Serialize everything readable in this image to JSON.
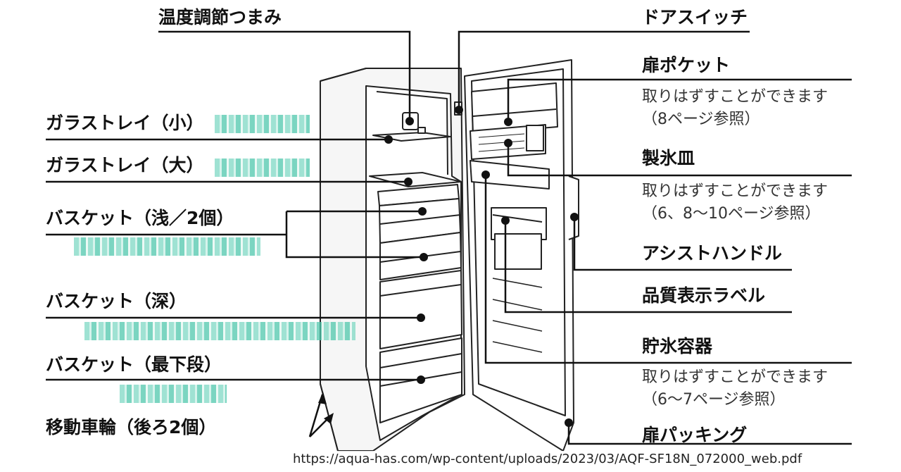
{
  "labels_left": {
    "temp_knob": "温度調節つまみ",
    "glass_tray_small": "ガラストレイ（小）",
    "glass_tray_large": "ガラストレイ（大）",
    "basket_shallow": "バスケット（浅／2個）",
    "basket_deep": "バスケット（深）",
    "basket_bottom": "バスケット（最下段）",
    "casters": "移動車輪（後ろ2個）"
  },
  "labels_right": {
    "door_switch": "ドアスイッチ",
    "door_pocket": "扉ポケット",
    "door_pocket_note1": "取りはずすことができます",
    "door_pocket_note2": "（8ページ参照）",
    "ice_tray": "製氷皿",
    "ice_tray_note1": "取りはずすことができます",
    "ice_tray_note2": "（6、8～10ページ参照）",
    "assist_handle": "アシストハンドル",
    "quality_label": "品質表示ラベル",
    "ice_storage": "貯氷容器",
    "ice_storage_note1": "取りはずすことができます",
    "ice_storage_note2": "（6～7ページ参照）",
    "door_packing": "扉パッキング"
  },
  "source_url": "https://aqua-has.com/wp-content/uploads/2023/03/AQF-SF18N_072000_web.pdf"
}
